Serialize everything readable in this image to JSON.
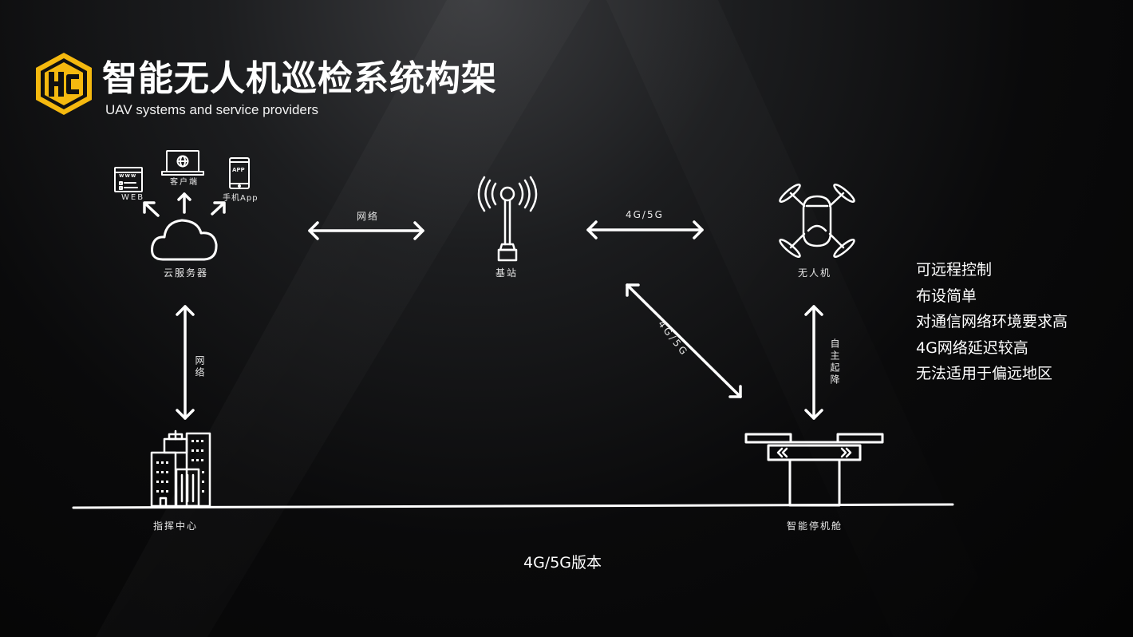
{
  "header": {
    "logo_text": "HC",
    "title": "智能无人机巡检系统构架",
    "subtitle": "UAV systems and service providers"
  },
  "colors": {
    "brand": "#f5b90f",
    "line": "#ffffff",
    "background": "#070707"
  },
  "nodes": {
    "web": "WEB",
    "client": "客户端",
    "mobile_app": "手机App",
    "mobile_screen": "APP",
    "web_screen": "www",
    "cloud": "云服务器",
    "base_station": "基站",
    "drone": "无人机",
    "command_center": "指挥中心",
    "hangar": "智能停机舱"
  },
  "links": {
    "cloud_station": "网络",
    "station_drone": "4G/5G",
    "station_hangar": "4G/5G",
    "cloud_command": "网络",
    "drone_hangar": "自主起降"
  },
  "features": [
    "可远程控制",
    "布设简单",
    "对通信网络环境要求高",
    "4G网络延迟较高",
    "无法适用于偏远地区"
  ],
  "caption": "4G/5G版本"
}
